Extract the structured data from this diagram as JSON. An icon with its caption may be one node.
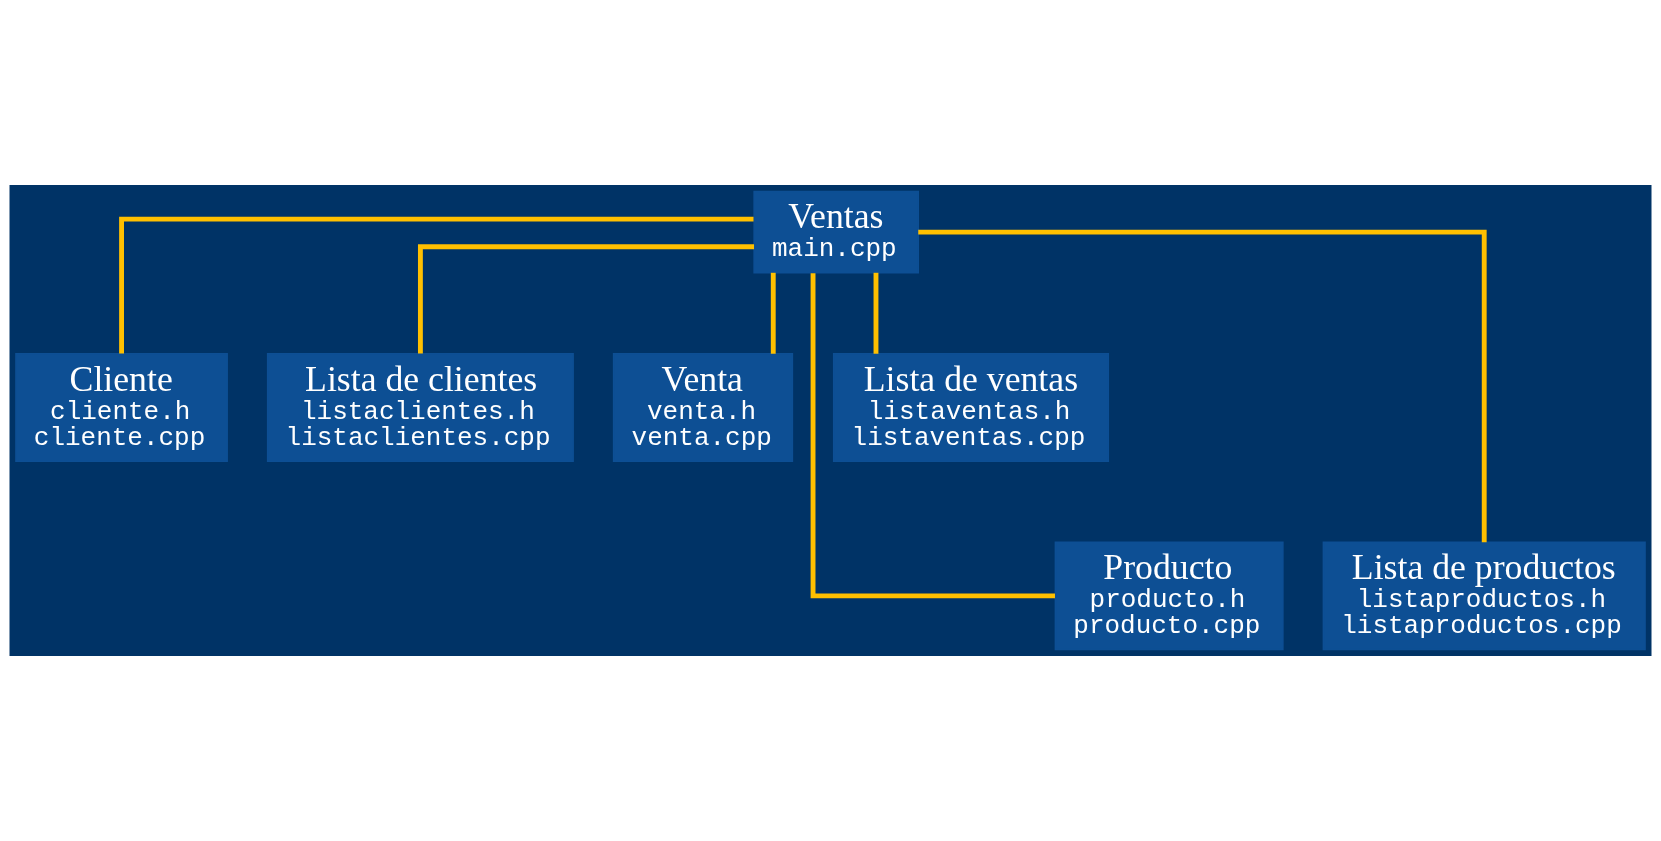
{
  "diagram": {
    "nodes": [
      {
        "text": [
          "Ventas",
          "main.cpp"
        ]
      },
      {
        "text": [
          "Cliente",
          "cliente.h",
          "cliente.cpp"
        ]
      },
      {
        "text": [
          "Lista de clientes",
          "listaclientes.h",
          "listaclientes.cpp"
        ]
      },
      {
        "text": [
          "Venta",
          "venta.h",
          "venta.cpp"
        ]
      },
      {
        "text": [
          "Lista de ventas",
          "listaventas.h",
          "listaventas.cpp"
        ]
      },
      {
        "text": [
          "Producto",
          "producto.h",
          "producto.cpp"
        ]
      },
      {
        "text": [
          "Lista de productos",
          "listaproductos.h",
          "listaproductos.cpp"
        ]
      }
    ],
    "edges": [
      {
        "from": 0,
        "to": 1,
        "arrow": "none"
      },
      {
        "from": 0,
        "to": 2,
        "arrow": "none"
      },
      {
        "from": 0,
        "to": 5,
        "arrow": "none"
      },
      {
        "from": 0,
        "to": 6,
        "arrow": "none"
      },
      {
        "from": 0,
        "to": 3,
        "arrow": "none"
      },
      {
        "from": 0,
        "to": 4,
        "arrow": "none"
      }
    ]
  }
}
